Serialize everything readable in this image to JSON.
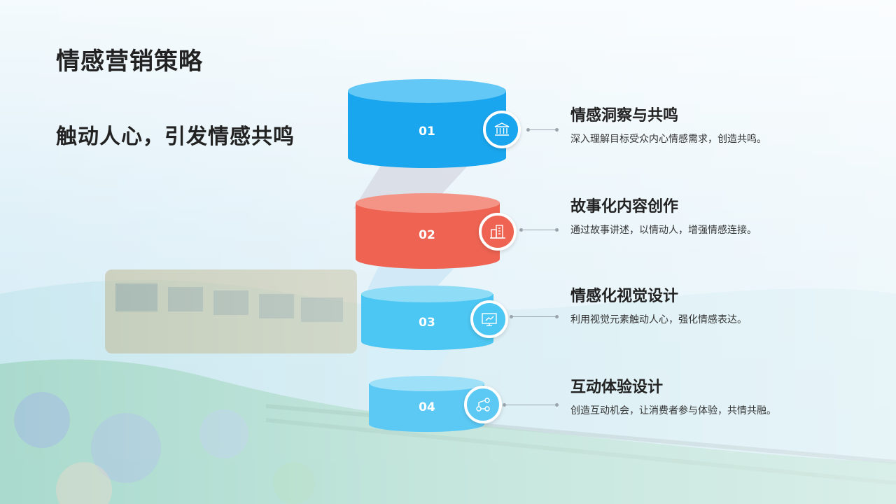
{
  "page": {
    "title": "情感营销策略",
    "subtitle": "触动人心，引发情感共鸣"
  },
  "colors": {
    "blue_dark": "#1aa6ee",
    "red": "#ee6352",
    "blue_light": "#4cc6f2",
    "blue_lighter": "#5cc9f5",
    "text": "#222222"
  },
  "items": [
    {
      "number": "01",
      "title": "情感洞察与共鸣",
      "description": "深入理解目标受众内心情感需求，创造共鸣。",
      "icon": "bank-icon",
      "color": "#1aa6ee"
    },
    {
      "number": "02",
      "title": "故事化内容创作",
      "description": "通过故事讲述，以情动人，增强情感连接。",
      "icon": "buildings-icon",
      "color": "#ee6352"
    },
    {
      "number": "03",
      "title": "情感化视觉设计",
      "description": "利用视觉元素触动人心，强化情感表达。",
      "icon": "presentation-icon",
      "color": "#4cc6f2"
    },
    {
      "number": "04",
      "title": "互动体验设计",
      "description": "创造互动机会，让消费者参与体验，共情共融。",
      "icon": "network-icon",
      "color": "#5cc9f5"
    }
  ]
}
